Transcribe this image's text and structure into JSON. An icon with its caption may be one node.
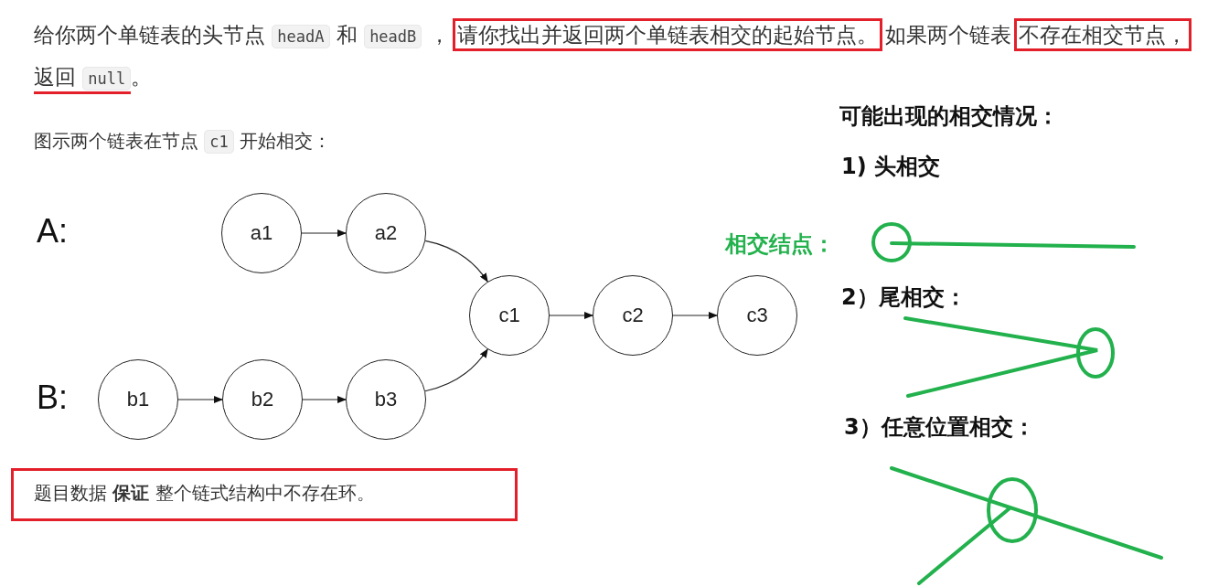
{
  "diagram": {
    "nodes": [
      {
        "text": [
          "a1"
        ]
      },
      {
        "text": [
          "a2"
        ]
      },
      {
        "text": [
          "b1"
        ]
      },
      {
        "text": [
          "b2"
        ]
      },
      {
        "text": [
          "b3"
        ]
      },
      {
        "text": [
          "c1"
        ]
      },
      {
        "text": [
          "c2"
        ]
      },
      {
        "text": [
          "c3"
        ]
      }
    ],
    "edges": [
      {
        "from": 0,
        "to": 1,
        "arrow": "to"
      },
      {
        "from": 1,
        "to": 5,
        "arrow": "to"
      },
      {
        "from": 2,
        "to": 3,
        "arrow": "to"
      },
      {
        "from": 3,
        "to": 4,
        "arrow": "to"
      },
      {
        "from": 4,
        "to": 5,
        "arrow": "to"
      },
      {
        "from": 5,
        "to": 6,
        "arrow": "to"
      },
      {
        "from": 6,
        "to": 7,
        "arrow": "to"
      }
    ],
    "labels": [
      "给你两个单链表的头节点 headA 和 headB ，",
      "请你找出并返回两个单链表相交的起始节点。",
      "如果两个链表",
      "不存在相交节点，",
      "返回 null",
      "。",
      "图示两个链表在节点 c1 开始相交：",
      "A:",
      "B:",
      "题目数据 **保证** 整个链式结构中不存在环。",
      "可能出现的相交情况：",
      "1) 头相交",
      "相交结点：",
      "2）尾相交：",
      "3）任意位置相交："
    ]
  }
}
